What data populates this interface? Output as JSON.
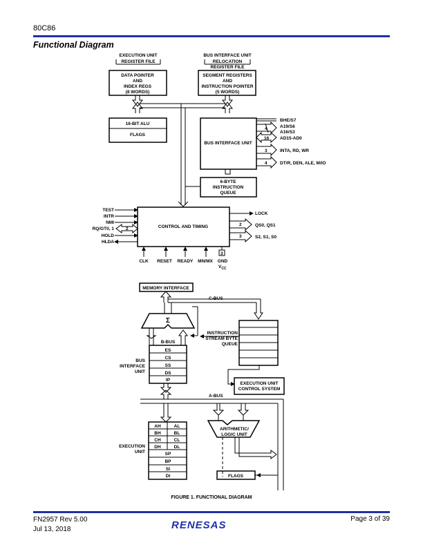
{
  "header": {
    "part_number": "80C86"
  },
  "section_title": "Functional Diagram",
  "diagram_top": {
    "eu_caption_1": "EXECUTION UNIT",
    "eu_caption_2": "REGISTER FILE",
    "biu_caption_1": "BUS INTERFACE UNIT",
    "biu_caption_2": "RELOCATION",
    "biu_caption_3": "REGISTER FILE",
    "data_pointer_1": "DATA POINTER",
    "data_pointer_2": "AND",
    "data_pointer_3": "INDEX REGS",
    "data_pointer_4": "(8 WORDS)",
    "segment_regs_1": "SEGMENT REGISTERS",
    "segment_regs_2": "AND",
    "segment_regs_3": "INSTRUCTION POINTER",
    "segment_regs_4": "(5 WORDS)",
    "alu": "16-BIT ALU",
    "flags": "FLAGS",
    "bus_interface_unit": "BUS INTERFACE UNIT",
    "queue_1": "6-BYTE",
    "queue_2": "INSTRUCTION",
    "queue_3": "QUEUE",
    "control_timing": "CONTROL AND TIMING",
    "bus_signals": [
      "BHE/S7",
      "A19/S6",
      "A16/S3",
      "AD15-AD0",
      "INTA, RD, WR",
      "DT/R, DEN, ALE, M/IO"
    ],
    "bus_widths": [
      "4",
      "16",
      "3",
      "4"
    ],
    "left_inputs": [
      "TEST",
      "INTR",
      "NMI",
      "RQ/GT0, 1",
      "HOLD",
      "HLDA"
    ],
    "rq_width": "2",
    "right_outputs": [
      "LOCK",
      "QS0, QS1",
      "S2, S1, S0"
    ],
    "output_widths": [
      "2",
      "3"
    ],
    "bottom_inputs": [
      "CLK",
      "RESET",
      "READY",
      "MN/MX",
      "GND",
      "V",
      "CC"
    ],
    "gnd_width": "3"
  },
  "diagram_bottom": {
    "memory_interface": "MEMORY INTERFACE",
    "c_bus": "C-BUS",
    "sigma": "Σ",
    "b_bus": "B-BUS",
    "instruction_queue_1": "INSTRUCTION",
    "instruction_queue_2": "STREAM BYTE",
    "instruction_queue_3": "QUEUE",
    "biu_label_1": "BUS",
    "biu_label_2": "INTERFACE",
    "biu_label_3": "UNIT",
    "segment_registers": [
      "ES",
      "CS",
      "SS",
      "DS",
      "IP"
    ],
    "eu_control_1": "EXECUTION UNIT",
    "eu_control_2": "CONTROL SYSTEM",
    "a_bus": "A-BUS",
    "eu_label_1": "EXECUTION",
    "eu_label_2": "UNIT",
    "general_regs": [
      [
        "AH",
        "AL"
      ],
      [
        "BH",
        "BL"
      ],
      [
        "CH",
        "CL"
      ],
      [
        "DH",
        "DL"
      ]
    ],
    "pointer_regs": [
      "SP",
      "BP",
      "SI",
      "DI"
    ],
    "alu_1": "ARITHMETIC/",
    "alu_2": "LOGIC UNIT",
    "flags": "FLAGS"
  },
  "figure_caption": "FIGURE 1.  FUNCTIONAL DIAGRAM",
  "footer": {
    "doc_id": "FN2957  Rev 5.00",
    "date": "Jul 13, 2018",
    "page": "Page 3 of 39",
    "logo": "RENESAS"
  }
}
